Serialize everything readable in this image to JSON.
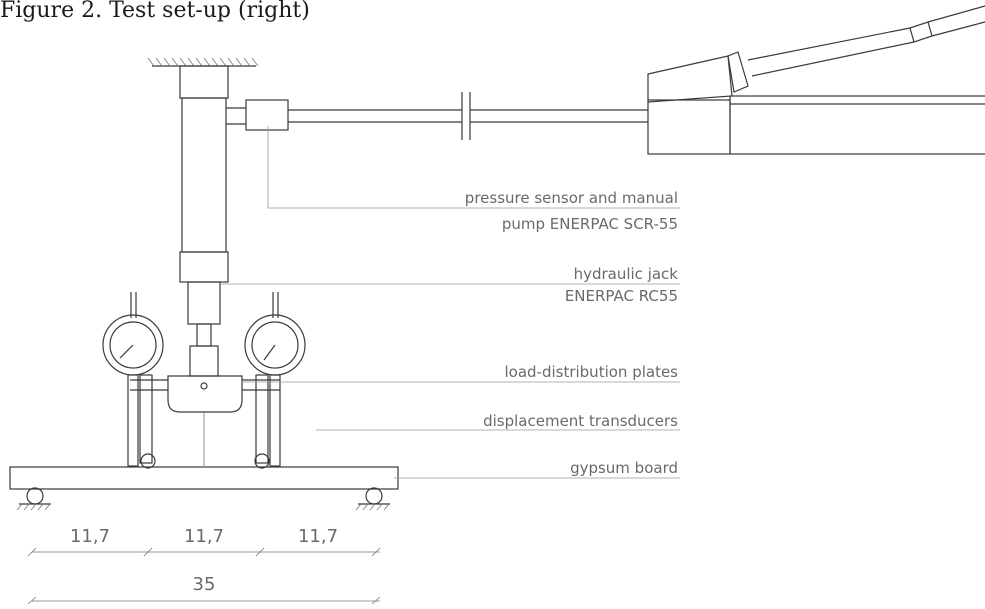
{
  "caption": "Figure 2. Test set-up (right)",
  "labels": {
    "sensor_line1": "pressure sensor and manual",
    "sensor_line2": "pump ENERPAC SCR-55",
    "jack_line1": "hydraulic jack",
    "jack_line2": "ENERPAC RC55",
    "plates": "load-distribution plates",
    "transducers": "displacement transducers",
    "board": "gypsum board"
  },
  "dimensions": {
    "seg1": "11,7",
    "seg2": "11,7",
    "seg3": "11,7",
    "total": "35"
  },
  "colors": {
    "line": "#3a3a3a",
    "label": "#6a6a6a",
    "leader": "#9a9a9a"
  }
}
